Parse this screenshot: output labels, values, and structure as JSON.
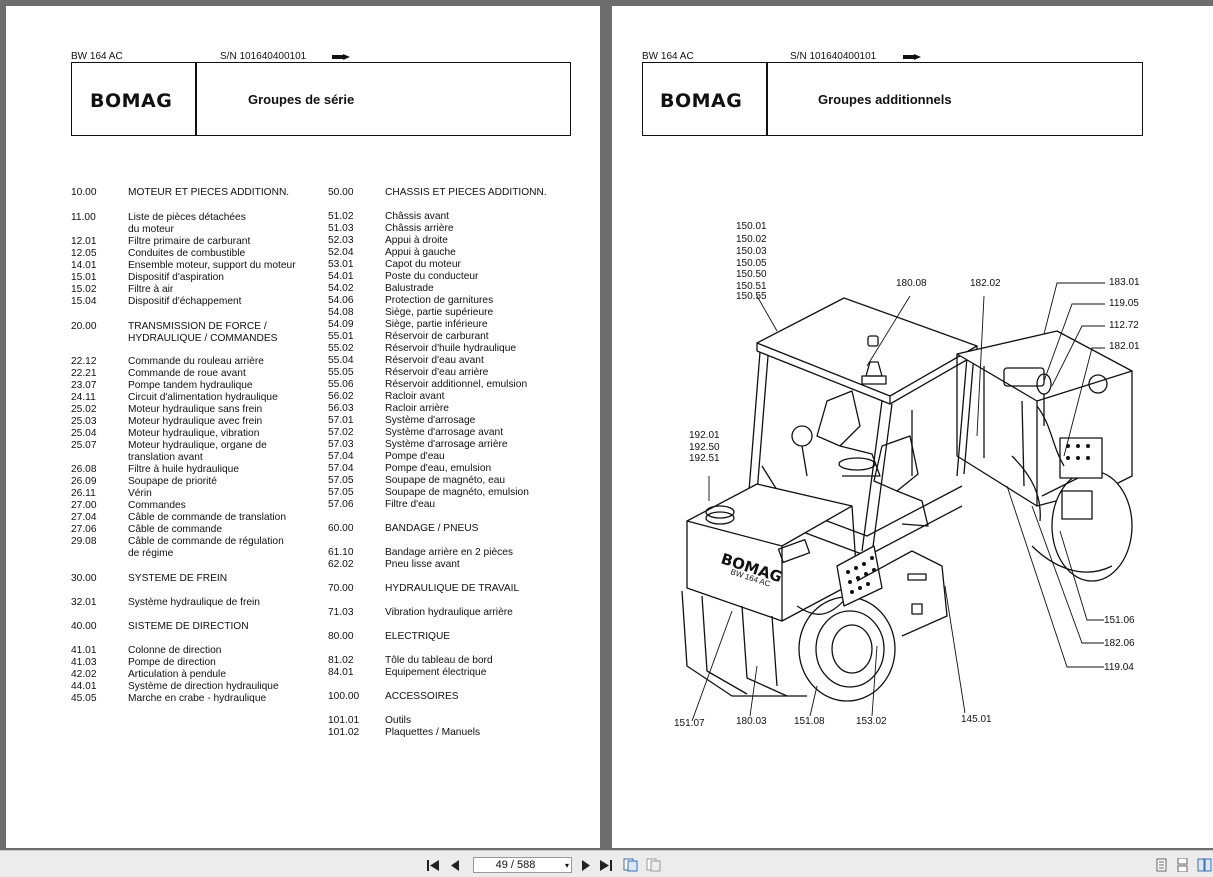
{
  "left": {
    "model": "BW 164 AC",
    "sn": "S/N 101640400101",
    "logo": "BOMAG",
    "title": "Groupes de série",
    "col1": [
      {
        "code": "10.00",
        "text": "MOTEUR ET PIECES ADDITIONN."
      },
      {
        "code": "11.00",
        "text": "Liste de pièces détachées"
      },
      {
        "code": "",
        "text": "du moteur"
      },
      {
        "code": "12.01",
        "text": "Filtre primaire de carburant"
      },
      {
        "code": "12.05",
        "text": "Conduites de combustible"
      },
      {
        "code": "14.01",
        "text": "Ensemble moteur, support du moteur"
      },
      {
        "code": "15.01",
        "text": "Dispositif d'aspiration"
      },
      {
        "code": "15.02",
        "text": "Filtre à air"
      },
      {
        "code": "15.04",
        "text": "Dispositif d'échappement"
      },
      {
        "code": "20.00",
        "text": "TRANSMISSION DE FORCE /"
      },
      {
        "code": "",
        "text": "HYDRAULIQUE / COMMANDES"
      },
      {
        "code": "22.12",
        "text": "Commande du rouleau arrière"
      },
      {
        "code": "22.21",
        "text": "Commande de roue avant"
      },
      {
        "code": "23.07",
        "text": "Pompe tandem hydraulique"
      },
      {
        "code": "24.11",
        "text": "Circuit d'alimentation hydraulique"
      },
      {
        "code": "25.02",
        "text": "Moteur hydraulique sans frein"
      },
      {
        "code": "25.03",
        "text": "Moteur hydraulique avec frein"
      },
      {
        "code": "25.04",
        "text": "Moteur hydraulique, vibration"
      },
      {
        "code": "25.07",
        "text": "Moteur hydraulique, organe de"
      },
      {
        "code": "",
        "text": "translation avant"
      },
      {
        "code": "26.08",
        "text": "Filtre à huile hydraulique"
      },
      {
        "code": "26.09",
        "text": "Soupape de priorité"
      },
      {
        "code": "26.11",
        "text": "Vérin"
      },
      {
        "code": "27.00",
        "text": "Commandes"
      },
      {
        "code": "27.04",
        "text": "Câble de commande de translation"
      },
      {
        "code": "27.06",
        "text": "Câble de commande"
      },
      {
        "code": "29.08",
        "text": "Câble de commande de régulation"
      },
      {
        "code": "",
        "text": "de régime"
      },
      {
        "code": "30.00",
        "text": "SYSTEME DE FREIN"
      },
      {
        "code": "32.01",
        "text": "Système hydraulique de frein"
      },
      {
        "code": "40.00",
        "text": "SISTEME  DE DIRECTION"
      },
      {
        "code": "41.01",
        "text": "Colonne de direction"
      },
      {
        "code": "41.03",
        "text": "Pompe de direction"
      },
      {
        "code": "42.02",
        "text": "Articulation à pendule"
      },
      {
        "code": "44.01",
        "text": "Système de direction hydraulique"
      },
      {
        "code": "45.05",
        "text": "Marche en crabe - hydraulique"
      }
    ],
    "col2": [
      {
        "code": "50.00",
        "text": "CHASSIS ET PIECES ADDITIONN."
      },
      {
        "code": "51.02",
        "text": "Châssis avant"
      },
      {
        "code": "51.03",
        "text": "Châssis arrière"
      },
      {
        "code": "52.03",
        "text": "Appui à droite"
      },
      {
        "code": "52.04",
        "text": "Appui à gauche"
      },
      {
        "code": "53.01",
        "text": "Capot du moteur"
      },
      {
        "code": "54.01",
        "text": "Poste du conducteur"
      },
      {
        "code": "54.02",
        "text": "Balustrade"
      },
      {
        "code": "54.06",
        "text": "Protection de garnitures"
      },
      {
        "code": "54.08",
        "text": "Siège, partie supérieure"
      },
      {
        "code": "54.09",
        "text": "Siège, partie inférieure"
      },
      {
        "code": "55.01",
        "text": "Réservoir de carburant"
      },
      {
        "code": "55.02",
        "text": "Réservoir d'huile hydraulique"
      },
      {
        "code": "55.04",
        "text": "Réservoir d'eau avant"
      },
      {
        "code": "55.05",
        "text": "Réservoir d'eau arrière"
      },
      {
        "code": "55.06",
        "text": "Réservoir additionnel, emulsion"
      },
      {
        "code": "56.02",
        "text": "Racloir avant"
      },
      {
        "code": "56.03",
        "text": "Racloir arrière"
      },
      {
        "code": "57.01",
        "text": "Système d'arrosage"
      },
      {
        "code": "57.02",
        "text": "Système d'arrosage avant"
      },
      {
        "code": "57.03",
        "text": "Système d'arrosage arrière"
      },
      {
        "code": "57.04",
        "text": "Pompe d'eau"
      },
      {
        "code": "57.04",
        "text": "Pompe d'eau, emulsion"
      },
      {
        "code": "57.05",
        "text": "Soupape de magnéto, eau"
      },
      {
        "code": "57.05",
        "text": "Soupape de magnéto, emulsion"
      },
      {
        "code": "57.06",
        "text": "Filtre d'eau"
      },
      {
        "code": "60.00",
        "text": "BANDAGE / PNEUS"
      },
      {
        "code": "61.10",
        "text": "Bandage arrière en 2 pièces"
      },
      {
        "code": "62.02",
        "text": "Pneu lisse avant"
      },
      {
        "code": "70.00",
        "text": "HYDRAULIQUE DE TRAVAIL"
      },
      {
        "code": "71.03",
        "text": "Vibration hydraulique arrière"
      },
      {
        "code": "80.00",
        "text": "ELECTRIQUE"
      },
      {
        "code": "81.02",
        "text": "Tôle du tableau de bord"
      },
      {
        "code": "84.01",
        "text": "Equipement électrique"
      },
      {
        "code": "100.00",
        "text": "ACCESSOIRES"
      },
      {
        "code": "101.01",
        "text": "Outils"
      },
      {
        "code": "101.02",
        "text": "Plaquettes / Manuels"
      }
    ]
  },
  "right": {
    "model": "BW 164 AC",
    "sn": "S/N 101640400101",
    "logo": "BOMAG",
    "title": "Groupes additionnels",
    "machine_text": "BOMAG",
    "machine_model": "BW 164 AC",
    "labels": [
      "150.01",
      "150.02",
      "150.03",
      "150.05",
      "150.50",
      "150.51",
      "150.55",
      "180.08",
      "182.02",
      "183.01",
      "119.05",
      "112.72",
      "182.01",
      "192.01",
      "192.50",
      "192.51",
      "151.06",
      "182.06",
      "119.04",
      "151.07",
      "180.03",
      "151.08",
      "153.02",
      "145.01"
    ]
  },
  "toolbar": {
    "page_indicator": "49 / 588"
  }
}
